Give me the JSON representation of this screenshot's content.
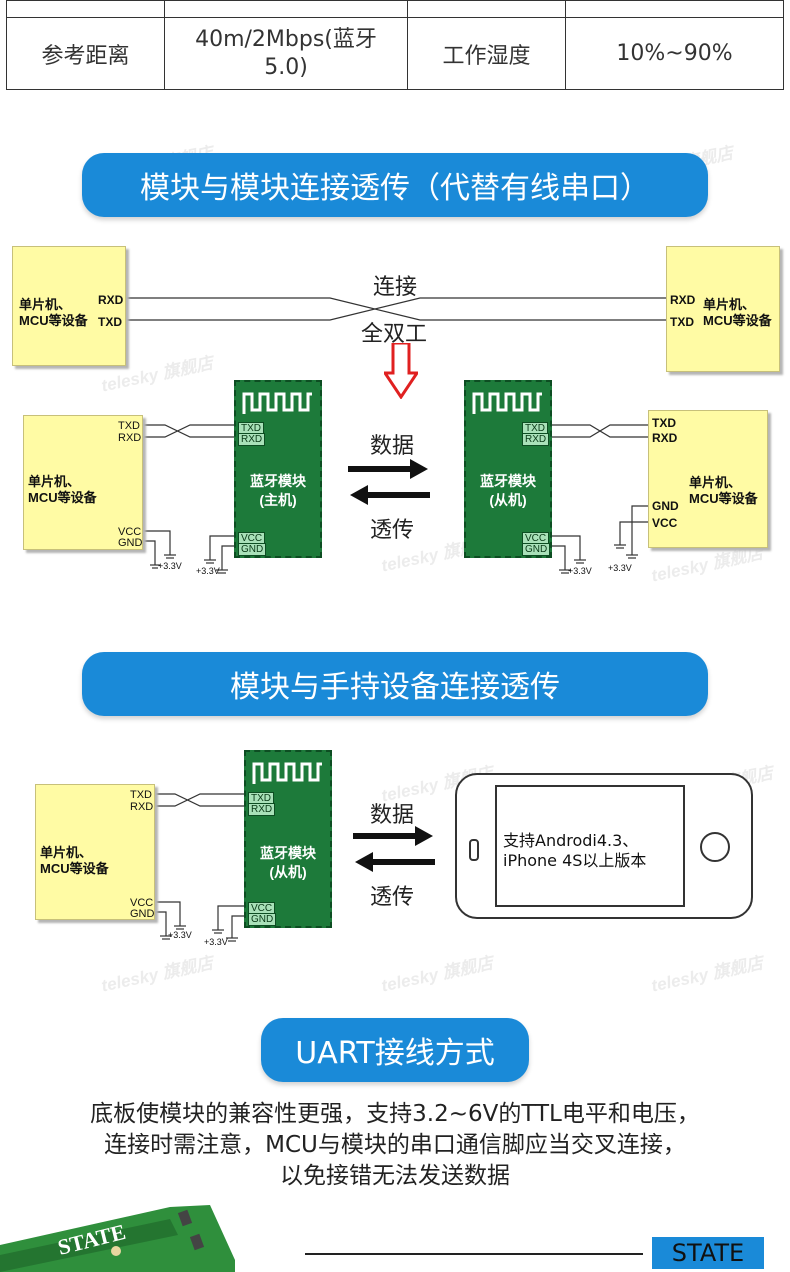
{
  "spec_table": {
    "row": {
      "label1": "参考距离",
      "value1": "40m/2Mbps(蓝牙5.0)",
      "label2": "工作湿度",
      "value2": "10%~90%"
    }
  },
  "section1": {
    "banner": "模块与模块连接透传（代替有线串口）",
    "top_link": {
      "connect": "连接",
      "duplex": "全双工"
    },
    "mcu_name_line1": "单片机、",
    "mcu_name_line2": "MCU等设备",
    "pins": {
      "rxd": "RXD",
      "txd": "TXD",
      "vcc": "VCC",
      "gnd": "GND"
    },
    "bt_master": {
      "title": "蓝牙模块",
      "role": "(主机)"
    },
    "bt_slave": {
      "title": "蓝牙模块",
      "role": "(从机)"
    },
    "data_label": "数据",
    "transparent_label": "透传",
    "voltage": "+3.3V"
  },
  "section2": {
    "banner": "模块与手持设备连接透传",
    "bt_slave": {
      "title": "蓝牙模块",
      "role": "(从机)"
    },
    "data_label": "数据",
    "transparent_label": "透传",
    "phone_text": "支持Androdi4.3、iPhone 4S以上版本"
  },
  "section3": {
    "banner": "UART接线方式",
    "line1": "底板使模块的兼容性更强，支持3.2~6V的TTL电平和电压，",
    "line2": "连接时需注意，MCU与模块的串口通信脚应当交叉连接，",
    "line3": "以免接错无法发送数据"
  },
  "footer": {
    "state_label": "STATE",
    "board_text": "STATE"
  },
  "watermark": "telesky 旗舰店",
  "colors": {
    "banner": "#1a8ad8",
    "mcu": "#fffba4",
    "bt_board": "#1d7a3a",
    "arrow_red": "#e02020"
  }
}
